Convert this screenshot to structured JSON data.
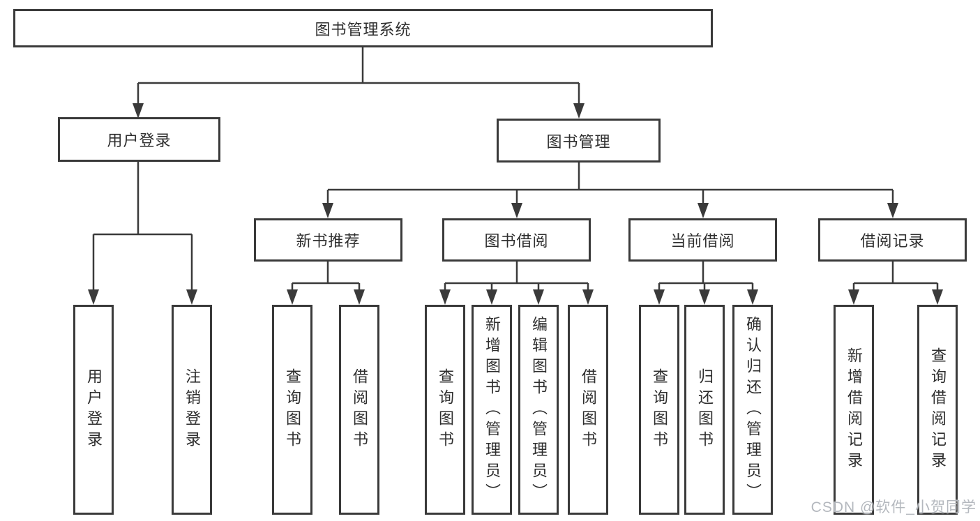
{
  "diagram": {
    "type": "hierarchy-diagram",
    "title": "图书管理系统",
    "tree": {
      "label": "图书管理系统",
      "children": [
        {
          "label": "用户登录",
          "children": [
            {
              "label": "用户登录"
            },
            {
              "label": "注销登录"
            }
          ]
        },
        {
          "label": "图书管理",
          "children": [
            {
              "label": "新书推荐",
              "children": [
                {
                  "label": "查询图书"
                },
                {
                  "label": "借阅图书"
                }
              ]
            },
            {
              "label": "图书借阅",
              "children": [
                {
                  "label": "查询图书"
                },
                {
                  "label": "新增图书（管理员）"
                },
                {
                  "label": "编辑图书（管理员）"
                },
                {
                  "label": "借阅图书"
                }
              ]
            },
            {
              "label": "当前借阅",
              "children": [
                {
                  "label": "查询图书"
                },
                {
                  "label": "归还图书"
                },
                {
                  "label": "确认归还（管理员）"
                }
              ]
            },
            {
              "label": "借阅记录",
              "children": [
                {
                  "label": "新增借阅记录"
                },
                {
                  "label": "查询借阅记录"
                }
              ]
            }
          ]
        }
      ]
    },
    "colors": {
      "line": "#3a3a3a",
      "box_border": "#3a3a3a",
      "box_background": "#ffffff",
      "text": "#2e2e2e",
      "watermark_text": "#b4b8be"
    }
  },
  "watermark": {
    "label": "CSDN @软件_小贺同学"
  }
}
